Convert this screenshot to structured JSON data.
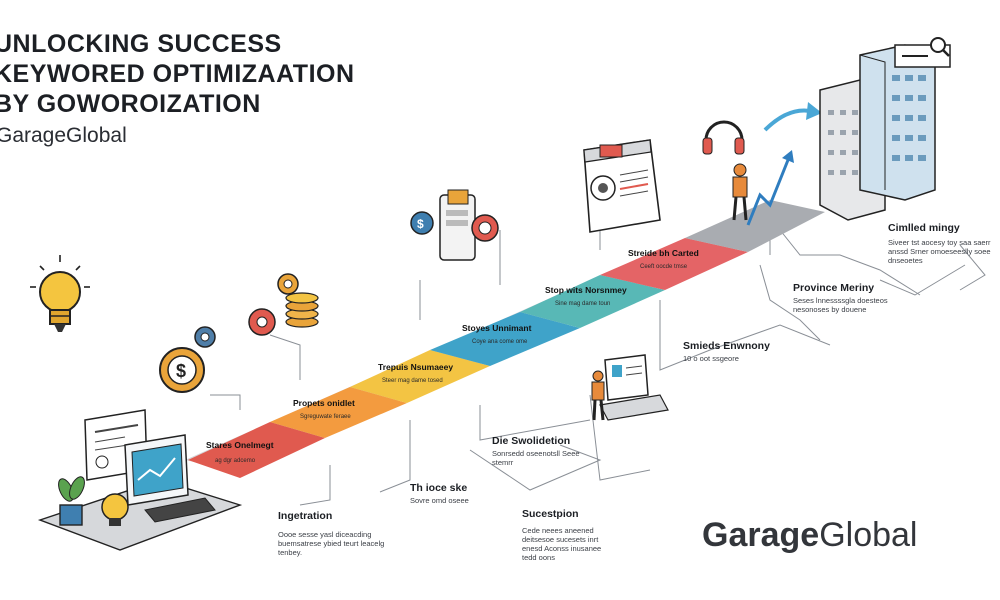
{
  "title": {
    "line1": "UNLOCKING SUCCESS",
    "line2": "KEYWORED OPTIMIZAATION",
    "line3": "BY GOWOROIZATION"
  },
  "brand_small": "GarageGlobal",
  "brand_big": {
    "part1": "Garage",
    "part2": "Global"
  },
  "steps": [
    {
      "title": "Stares Onelmegt",
      "text": "ag dgr adcemo",
      "color": "#e05a4f"
    },
    {
      "title": "Propets onidlet",
      "text": "Sgreguwate feraee",
      "color": "#f39b3f"
    },
    {
      "title": "Trepuis Nsumaeey",
      "text": "Steer mag dame tosed",
      "color": "#f3c443"
    },
    {
      "title": "Stoyes Unnimant",
      "text": "Coye ana come ome",
      "color": "#3fa3c9"
    },
    {
      "title": "Stop wits Norsnmey",
      "text": "Sine mag dame toun",
      "color": "#58b8b6"
    },
    {
      "title": "Streide bh Carted",
      "text": "Ceeft oocde tmse",
      "color": "#e46466"
    }
  ],
  "labels": [
    {
      "title": "Ingetration",
      "text": "Oooe sesse yasl diceacding buemsatrese ybied teurt leacelg tenbey."
    },
    {
      "title": "Th ioce ske",
      "text": "Sovre omd oseee"
    },
    {
      "title": "Die Swolidetion",
      "text": "Sonrsedd oseenotsll Seee stemrr"
    },
    {
      "title": "Sucestpion",
      "text": "Cede neees aneened deitsesoe sucesets inrt enesd Aconss inusanee tedd oons"
    },
    {
      "title": "Smieds Enwnony",
      "text": "10 o oot ssgeore"
    },
    {
      "title": "Province Meriny",
      "text": "Seses lnnessssgla doesteos nesonoses by douene"
    },
    {
      "title": "Cimlled mingy",
      "text": "Siveer tst aocesy toy saa saerr anssd Srner omoeseeslly soee dnseoetes"
    }
  ],
  "colors": {
    "accent_red": "#e05a4f",
    "accent_orange": "#f39b3f",
    "accent_yellow": "#f3c443",
    "accent_blue": "#3fa3c9",
    "accent_teal": "#58b8b6",
    "accent_pink": "#e46466"
  },
  "icons": [
    "lightbulb-icon",
    "gear-dollar-icon",
    "gears-coins-icon",
    "phone-coins-icon",
    "browser-gear-icon",
    "headset-icon",
    "person-arrow-icon",
    "buildings-icon",
    "search-icon",
    "laptop-person-icon",
    "desk-computer-icon",
    "plant-icon"
  ]
}
